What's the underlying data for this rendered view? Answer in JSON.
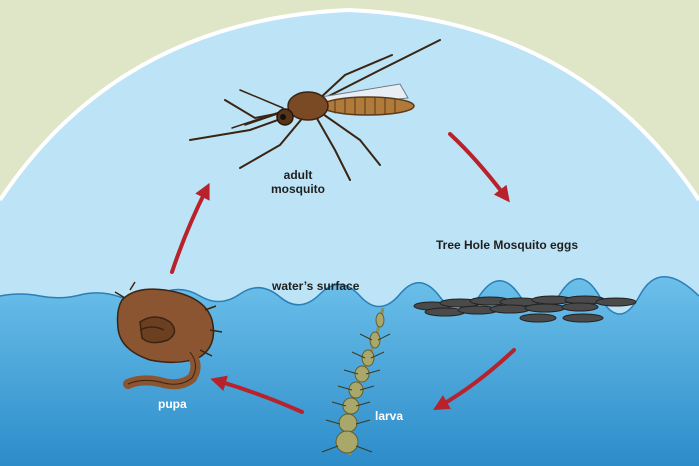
{
  "labels": {
    "adult_line1": "adult",
    "adult_line2": "mosquito",
    "eggs": "Tree Hole Mosquito eggs",
    "surface": "water’s surface",
    "pupa": "pupa",
    "larva": "larva"
  },
  "colors": {
    "background": "#dfe6c8",
    "sky": "#bde3f6",
    "water": "#3b9fd8",
    "arrow": "#b8222a",
    "insect_body": "#7a4a25",
    "eggs": "#4a4a4a"
  },
  "stages": [
    "adult mosquito",
    "eggs",
    "larva",
    "pupa"
  ]
}
